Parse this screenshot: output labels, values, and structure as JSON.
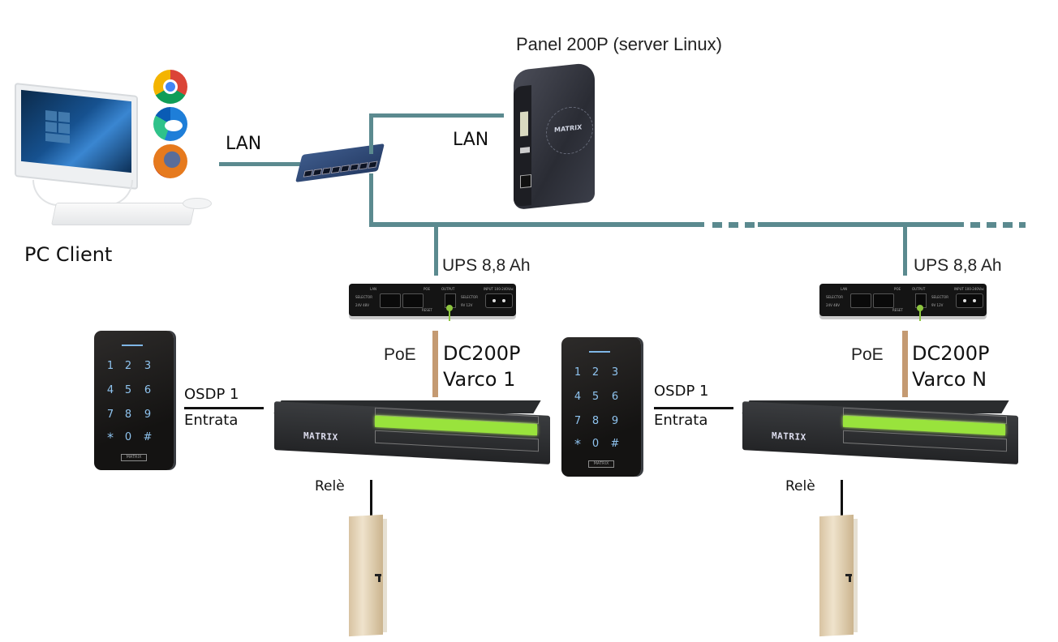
{
  "diagram": {
    "type": "network-topology",
    "colors": {
      "lan_line": "#5b8a8f",
      "poe_line": "#c49a72",
      "signal_line": "#111111",
      "power_output_line": "#8dc63f"
    },
    "pc_client": {
      "label": "PC Client",
      "browsers": [
        "chrome-icon",
        "edge-icon",
        "firefox-icon"
      ]
    },
    "links": {
      "pc_to_switch": "LAN",
      "switch_to_panel": "LAN"
    },
    "switch": {
      "icon": "network-switch-icon"
    },
    "panel": {
      "label": "Panel 200P (server Linux)",
      "logo": "MATRIX"
    },
    "branches": [
      {
        "ups_label": "UPS 8,8 Ah",
        "ups_panel_text": {
          "lan": "LAN",
          "poe": "POE",
          "selector_left": "SELECTOR",
          "selector_left_values": "24V 48V",
          "reset": "RESET",
          "output": "OUTPUT",
          "selector_right": "SELECTOR",
          "selector_right_values": "9V 12V",
          "input": "INPUT 100-240Vac"
        },
        "poe_label": "PoE",
        "controller_model": "DC200P",
        "controller_name": "Varco 1",
        "controller_logo": "MATRIX",
        "reader_link_top": "OSDP 1",
        "reader_link_bottom": "Entrata",
        "keypad_keys": [
          "1",
          "2",
          "3",
          "4",
          "5",
          "6",
          "7",
          "8",
          "9",
          "*",
          "0",
          "#"
        ],
        "keypad_brand": "MATRIX",
        "relay_label": "Relè"
      },
      {
        "ups_label": "UPS 8,8 Ah",
        "ups_panel_text": {
          "lan": "LAN",
          "poe": "POE",
          "selector_left": "SELECTOR",
          "selector_left_values": "24V 48V",
          "reset": "RESET",
          "output": "OUTPUT",
          "selector_right": "SELECTOR",
          "selector_right_values": "9V 12V",
          "input": "INPUT 100-240Vac"
        },
        "poe_label": "PoE",
        "controller_model": "DC200P",
        "controller_name": "Varco N",
        "controller_logo": "MATRIX",
        "reader_link_top": "OSDP 1",
        "reader_link_bottom": "Entrata",
        "keypad_keys": [
          "1",
          "2",
          "3",
          "4",
          "5",
          "6",
          "7",
          "8",
          "9",
          "*",
          "0",
          "#"
        ],
        "keypad_brand": "MATRIX",
        "relay_label": "Relè"
      }
    ]
  }
}
